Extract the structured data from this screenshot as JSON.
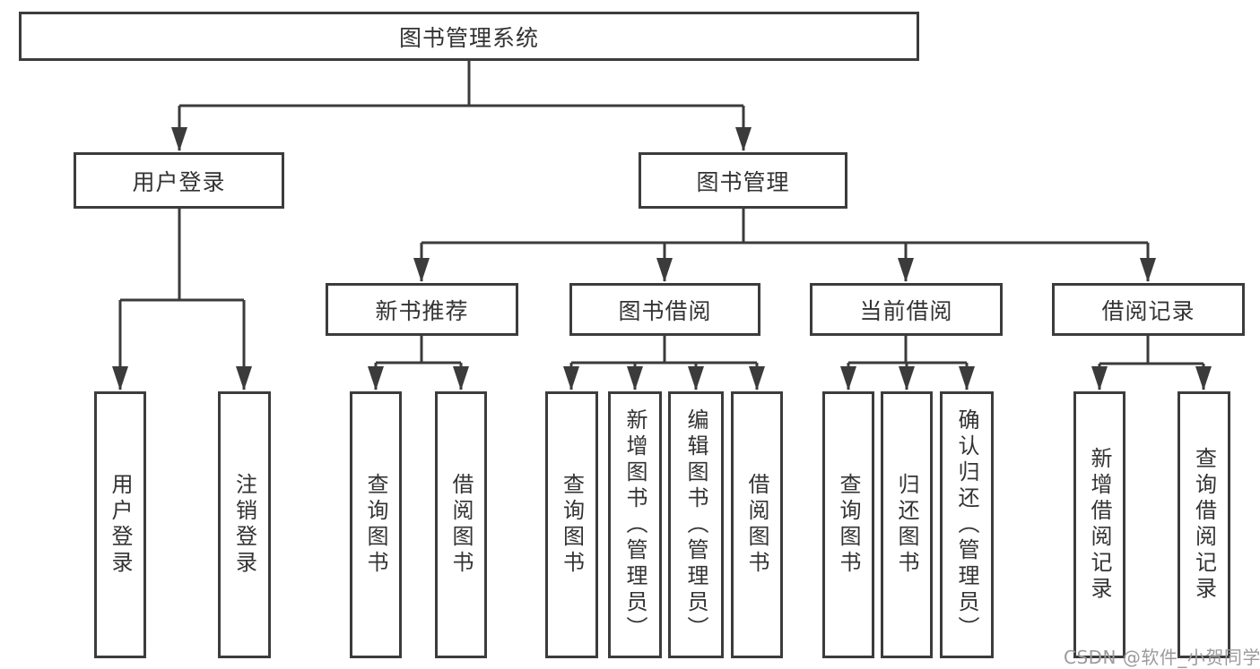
{
  "diagram": {
    "root": {
      "label": "图书管理系统"
    },
    "branches": [
      {
        "label": "用户登录",
        "children": [
          {
            "label": "用户登录"
          },
          {
            "label": "注销登录"
          }
        ]
      },
      {
        "label": "图书管理",
        "children": [
          {
            "label": "新书推荐",
            "children": [
              {
                "label": "查询图书"
              },
              {
                "label": "借阅图书"
              }
            ]
          },
          {
            "label": "图书借阅",
            "children": [
              {
                "label": "查询图书"
              },
              {
                "label": "新增图书（管理员）"
              },
              {
                "label": "编辑图书（管理员）"
              },
              {
                "label": "借阅图书"
              }
            ]
          },
          {
            "label": "当前借阅",
            "children": [
              {
                "label": "查询图书"
              },
              {
                "label": "归还图书"
              },
              {
                "label": "确认归还（管理员）"
              }
            ]
          },
          {
            "label": "借阅记录",
            "children": [
              {
                "label": "新增借阅记录"
              },
              {
                "label": "查询借阅记录"
              }
            ]
          }
        ]
      }
    ]
  },
  "watermark": {
    "text": "CSDN @软件_小贺同学",
    "color": "#9b9b9b"
  },
  "colors": {
    "background": "#ffffff",
    "box_border": "#3c3c3c",
    "connector": "#3b3b3b",
    "text": "#333333"
  }
}
